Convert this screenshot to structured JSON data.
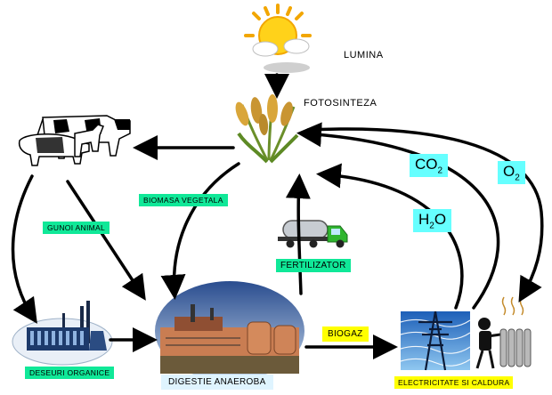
{
  "labels": {
    "lumina": "LUMINA",
    "fotosinteza": "FOTOSINTEZA",
    "biomasa": "BIOMASA VEGETALA",
    "gunoi": "GUNOI ANIMAL",
    "fertilizator": "FERTILIZATOR",
    "deseuri": "DESEURI ORGANICE",
    "digestie": "DIGESTIE ANAEROBA",
    "biogaz": "BIOGAZ",
    "electricitate": "ELECTRICITATE SI CALDURA"
  },
  "gases": {
    "co2": {
      "base": "CO",
      "sub": "2"
    },
    "h2o": {
      "base": "H",
      "sub": "2",
      "tail": "O"
    },
    "o2": {
      "base": "O",
      "sub": "2"
    }
  },
  "colors": {
    "green_label": "#10e898",
    "yellow_label": "#ffff00",
    "cyan_label": "#66ffff",
    "lightblue_label": "#dff4ff",
    "arrow": "#000000"
  }
}
